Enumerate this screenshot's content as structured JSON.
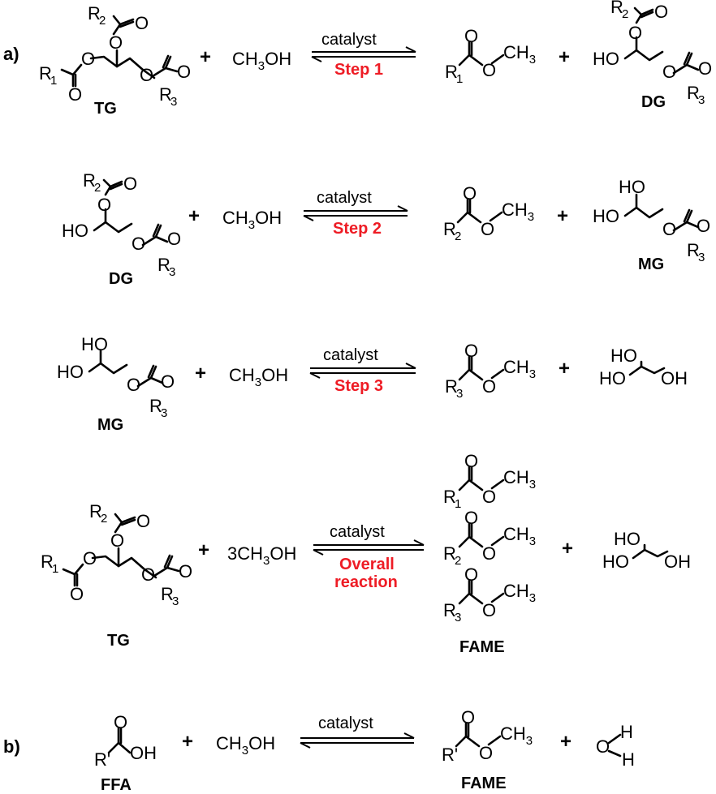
{
  "panels": {
    "a": "a)",
    "b": "b)"
  },
  "labels": {
    "catalyst": "catalyst",
    "plus": "+",
    "methanol": "CH",
    "methanol_sub": "3",
    "methanol_tail": "OH",
    "methanol3_prefix": "3CH",
    "ch3": "CH",
    "ch3_sub": "3",
    "o": "O",
    "ho": "HO",
    "oh": "OH",
    "h": "H",
    "r": "R",
    "r_prime": "R'",
    "sub1": "1",
    "sub2": "2",
    "sub3": "3"
  },
  "steps": {
    "step1": "Step 1",
    "step2": "Step 2",
    "step3": "Step 3",
    "overall_line1": "Overall",
    "overall_line2": "reaction"
  },
  "names": {
    "tg": "TG",
    "dg": "DG",
    "mg": "MG",
    "fame": "FAME",
    "ffa": "FFA"
  },
  "colors": {
    "step_text": "#ee1c25",
    "ink": "#000000"
  }
}
